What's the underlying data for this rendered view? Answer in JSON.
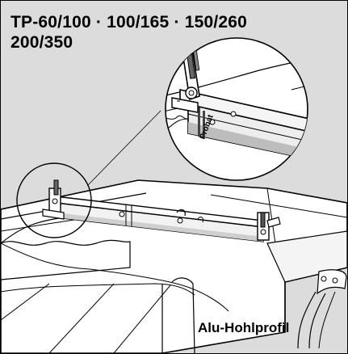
{
  "title": {
    "line1": "TP-60/100 · 100/165 · 150/260",
    "line2": "200/350"
  },
  "detail": {
    "brand_text": "Probat"
  },
  "profile": {
    "label": "Alu-Hohlprofil"
  }
}
